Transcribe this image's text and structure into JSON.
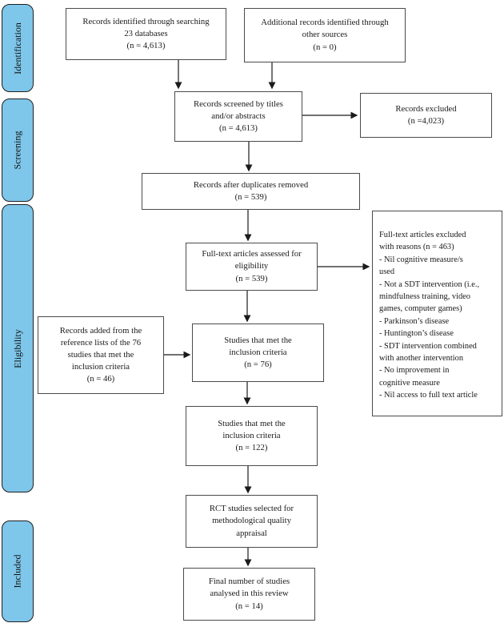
{
  "stages": [
    "Identification",
    "Screening",
    "Eligibility",
    "Included"
  ],
  "nodes": {
    "records_identified": "Records identified through searching\n23 databases\n(n = 4,613)",
    "additional_records": "Additional records identified through\nother sources\n(n = 0)",
    "records_screened": "Records screened by titles\nand/or abstracts\n(n = 4,613)",
    "records_excluded": "Records excluded\n(n =4,023)",
    "duplicates_removed": "Records after duplicates removed\n(n = 539)",
    "fulltext_assessed": "Full-text articles assessed for\neligibility\n(n = 539)",
    "fulltext_excluded": "Full-text articles excluded\nwith reasons (n = 463)\n- Nil cognitive measure/s\nused\n- Not a SDT intervention (i.e.,\nmindfulness training, video\ngames, computer games)\n- Parkinson’s disease\n- Huntington’s disease\n- SDT intervention combined\nwith another intervention\n- No improvement in\ncognitive measure\n- Nil access to full text article",
    "records_added": "Records added from the\nreference lists of the 76\nstudies that met the\ninclusion criteria\n(n = 46)",
    "studies_met_76": "Studies that met the\ninclusion criteria\n(n = 76)",
    "studies_met_122": "Studies that met the\ninclusion criteria\n(n = 122)",
    "rct_selected": "RCT studies selected for\nmethodological quality\nappraisal",
    "final_studies": "Final number of studies\nanalysed in this review\n(n = 14)"
  },
  "colors": {
    "stage_fill": "#7ec6ea",
    "stage_border": "#1f1f1f",
    "box_border": "#4b4b4b",
    "arrow": "#1a1a1a",
    "background": "#ffffff"
  }
}
